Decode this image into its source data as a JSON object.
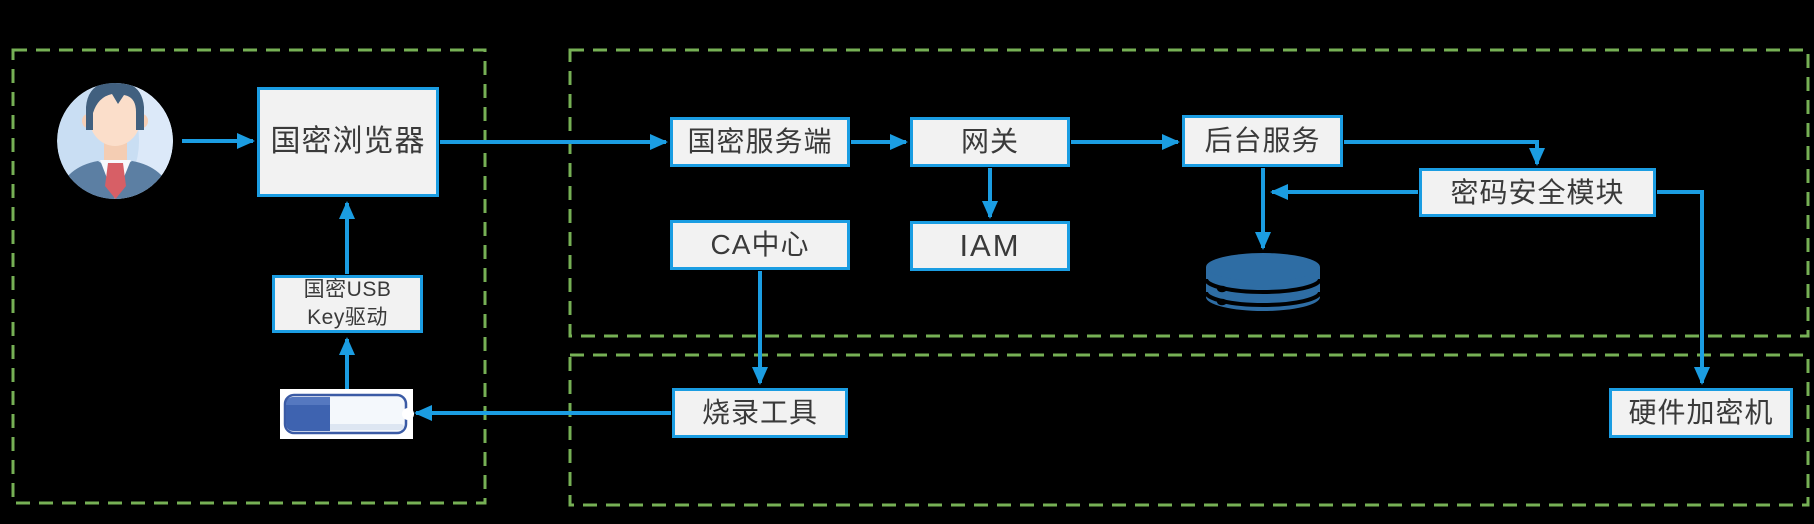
{
  "diagram_type": "security-architecture-flowchart",
  "colors": {
    "background": "#000000",
    "accent_blue": "#1B9DE2",
    "region_border_green": "#76B055",
    "node_fill": "#F2F2F2",
    "node_border": "#1B9DE2",
    "node_text": "#3A3A3A",
    "database_blue": "#2E6DA4",
    "usb_cap_blue": "#3E63B0",
    "avatar_circle_blue": "#C9DEF3",
    "tie_red": "#D75F66"
  },
  "nodes": {
    "browser": {
      "label": "国密浏览器"
    },
    "usb_driver": {
      "line1": "国密USB",
      "line2": "Key驱动"
    },
    "server": {
      "label": "国密服务端"
    },
    "gateway": {
      "label": "网关"
    },
    "ca": {
      "label": "CA中心"
    },
    "iam": {
      "label": "IAM"
    },
    "backend": {
      "label": "后台服务"
    },
    "security_module": {
      "label": "密码安全模块"
    },
    "burn_tool": {
      "label": "烧录工具"
    },
    "hsm": {
      "label": "硬件加密机"
    }
  },
  "icons": {
    "user_avatar": "businessman-avatar-icon",
    "usb_key": "usb-flash-drive-icon",
    "database": "database-cylinder-icon"
  },
  "connections": [
    "user → browser",
    "browser → server",
    "server → gateway",
    "gateway → iam",
    "gateway → backend",
    "backend → security_module",
    "security_module → backend-db-line",
    "backend → database",
    "security_module → hsm",
    "ca → burn_tool",
    "burn_tool → usb_key",
    "usb_key → usb_driver",
    "usb_driver → browser"
  ]
}
